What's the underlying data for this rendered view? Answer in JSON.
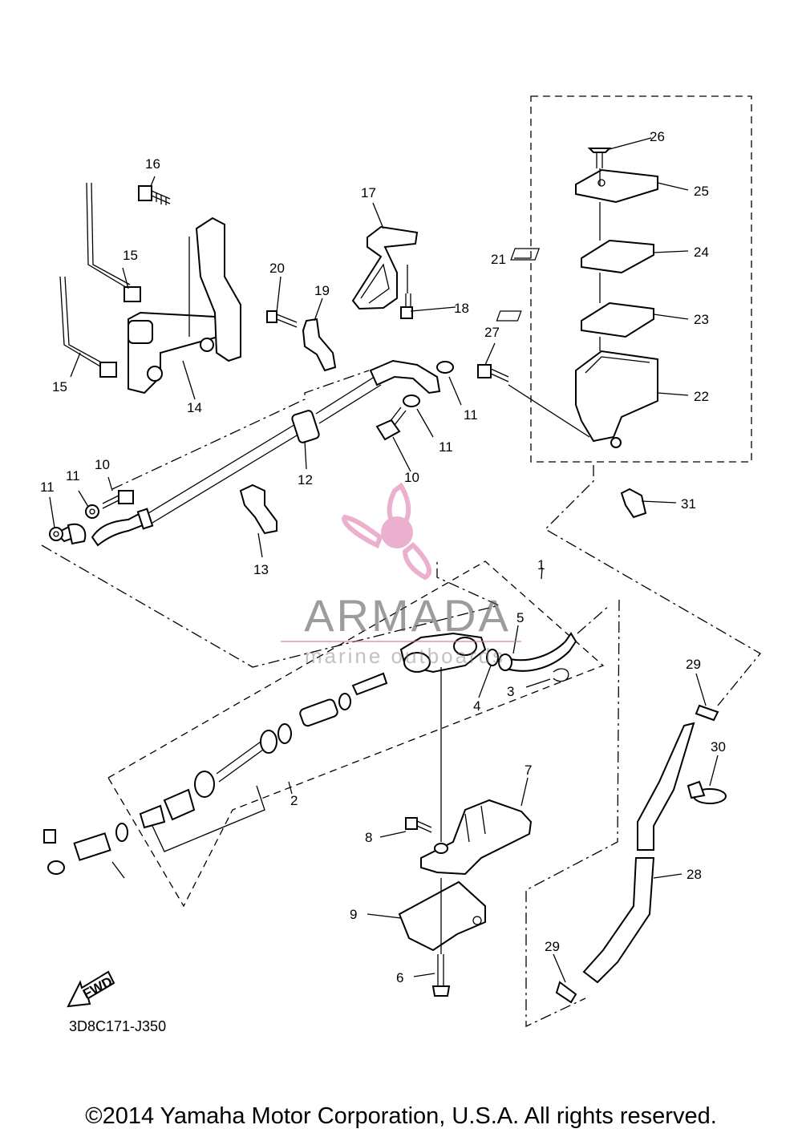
{
  "labels": {
    "l1": "1",
    "l2": "2",
    "l3": "3",
    "l4": "4",
    "l5": "5",
    "l6": "6",
    "l7": "7",
    "l8": "8",
    "l9": "9",
    "l10a": "10",
    "l10b": "10",
    "l11a": "11",
    "l11b": "11",
    "l11c": "11",
    "l11d": "11",
    "l12": "12",
    "l13": "13",
    "l14": "14",
    "l15a": "15",
    "l15b": "15",
    "l16": "16",
    "l17": "17",
    "l18": "18",
    "l19": "19",
    "l20": "20",
    "l21": "21",
    "l22": "22",
    "l23": "23",
    "l24": "24",
    "l25": "25",
    "l26": "26",
    "l27": "27",
    "l28": "28",
    "l29a": "29",
    "l29b": "29",
    "l30": "30",
    "l31": "31"
  },
  "fwd_label": "FWD",
  "diagram_code": "3D8C171-J350",
  "watermark": {
    "brand": "ARMADA",
    "sub": "marine outboards"
  },
  "copyright": "©2014 Yamaha Motor Corporation, U.S.A. All rights reserved.",
  "colors": {
    "watermark_pink": "#e8a3c6",
    "line": "#000000"
  }
}
